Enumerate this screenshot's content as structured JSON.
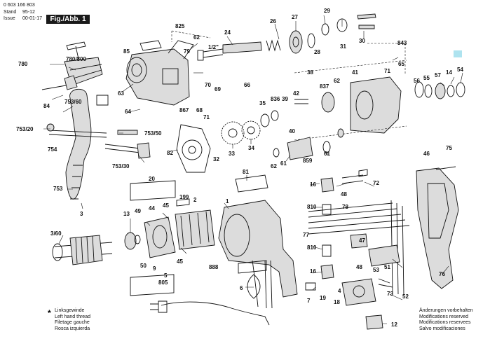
{
  "header": {
    "part_number": "0 603 166 803",
    "stand_label": "Stand",
    "issue_label": "Issue",
    "stand_date": "95-12",
    "issue_date": "00-01-17",
    "figure_label": "Fig./Abb. 1"
  },
  "legend": {
    "symbol": "*",
    "lines": [
      "Linksgewinde",
      "Left hand thread",
      "Filetage gauche",
      "Rosca izquierda"
    ]
  },
  "footer_right": {
    "lines": [
      "Änderungen vorbehalten",
      "Modifications reserved",
      "Modifications reservees",
      "Salvo modificaciones"
    ]
  },
  "annotation": {
    "thread_size": "1/2\""
  },
  "callouts": [
    "825",
    "62",
    "24",
    "26",
    "27",
    "29",
    "780",
    "780/800",
    "85",
    "79",
    "28",
    "31",
    "30",
    "843",
    "41",
    "71",
    "65",
    "63",
    "84",
    "753/60",
    "70",
    "69",
    "867",
    "68",
    "71",
    "66",
    "42",
    "38",
    "837",
    "62",
    "836",
    "39",
    "35",
    "56",
    "55",
    "57",
    "14",
    "54",
    "64",
    "753/20",
    "753/50",
    "754",
    "753/30",
    "82",
    "32",
    "33",
    "34",
    "40",
    "859",
    "61",
    "62",
    "61",
    "3",
    "46",
    "75",
    "20",
    "81",
    "16",
    "48",
    "72",
    "753",
    "199",
    "2",
    "44",
    "45",
    "1",
    "810",
    "78",
    "13",
    "49",
    "3/60",
    "77",
    "47",
    "810",
    "53",
    "51",
    "50",
    "9",
    "45",
    "888",
    "16",
    "48",
    "76",
    "5",
    "805",
    "6",
    "7",
    "19",
    "4",
    "18",
    "73",
    "52",
    "12"
  ]
}
